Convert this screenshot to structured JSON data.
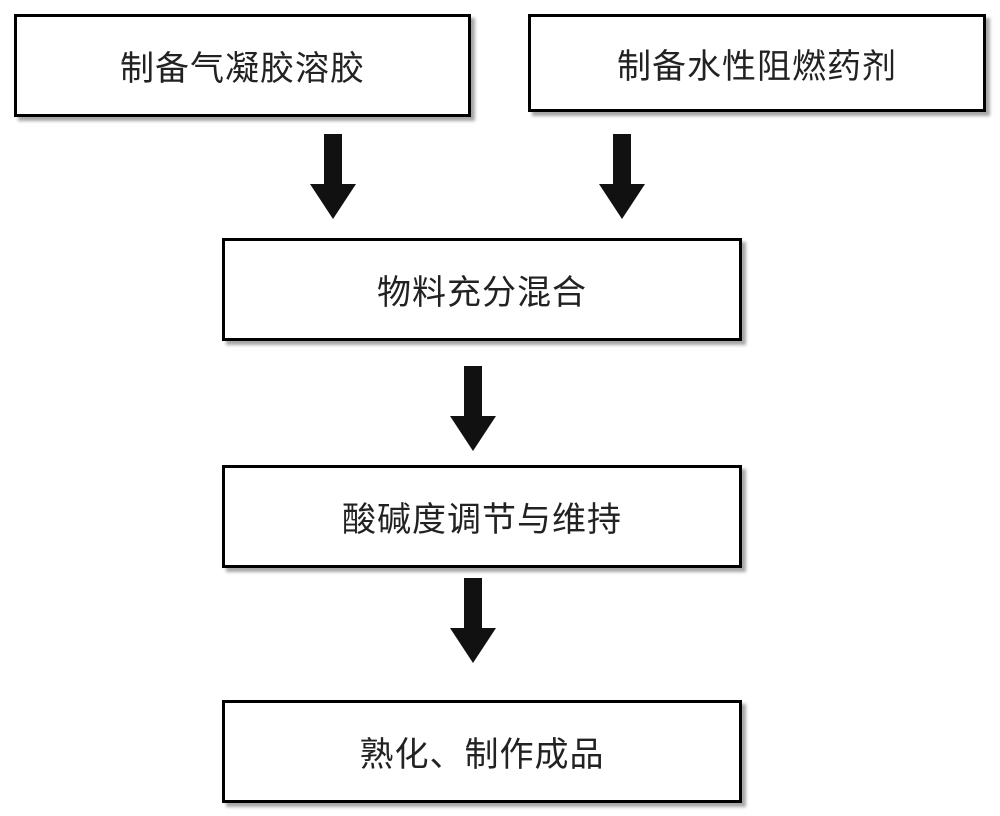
{
  "flowchart": {
    "steps": {
      "prepare_aerogel_sol": "制备气凝胶溶胶",
      "prepare_flame_retardant": "制备水性阻燃药剂",
      "mix_materials": "物料充分混合",
      "ph_adjust": "酸碱度调节与维持",
      "cure_finish": "熟化、制作成品"
    },
    "colors": {
      "box_border": "#000000",
      "arrow": "#111111",
      "text": "#222222"
    },
    "arrow_icon": "down-arrow-icon"
  }
}
